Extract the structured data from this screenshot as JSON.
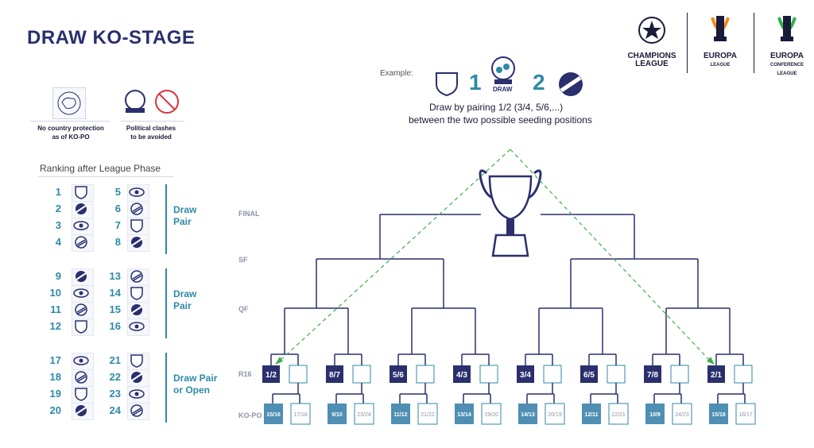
{
  "title": "DRAW KO-STAGE",
  "logos": [
    {
      "name": "CHAMPIONS\nLEAGUE",
      "icon": "champions-league-star-ball-icon"
    },
    {
      "name": "EUROPA\nLEAGUE",
      "icon": "europa-league-trophy-icon"
    },
    {
      "name": "EUROPA\nCONFERENCE\nLEAGUE",
      "icon": "conference-league-trophy-icon"
    }
  ],
  "rules": {
    "country_protection": "No country protection\nas of KO-PO",
    "political": "Political clashes\nto be avoided"
  },
  "example": {
    "label": "Example:",
    "left_number": "1",
    "right_number": "2",
    "draw_label": "DRAW",
    "desc1": "Draw by pairing 1/2 (3/4, 5/6,...)",
    "desc2": "between the two possible seeding positions"
  },
  "ranking": {
    "title": "Ranking after League Phase",
    "groups": [
      {
        "label": "Draw\nPair",
        "left": [
          "1",
          "2",
          "3",
          "4"
        ],
        "right": [
          "5",
          "6",
          "7",
          "8"
        ]
      },
      {
        "label": "Draw\nPair",
        "left": [
          "9",
          "10",
          "11",
          "12"
        ],
        "right": [
          "13",
          "14",
          "15",
          "16"
        ]
      },
      {
        "label": "Draw Pair\nor Open",
        "left": [
          "17",
          "18",
          "19",
          "20"
        ],
        "right": [
          "21",
          "22",
          "23",
          "24"
        ]
      }
    ]
  },
  "levels": [
    "FINAL",
    "SF",
    "QF",
    "R16",
    "KO-PO"
  ],
  "r16_seeds": [
    "1/2",
    "8/7",
    "5/6",
    "4/3",
    "3/4",
    "6/5",
    "7/8",
    "2/1"
  ],
  "kopo": [
    [
      "15/16",
      "17/18"
    ],
    [
      "9/10",
      "23/24"
    ],
    [
      "11/12",
      "21/22"
    ],
    [
      "13/14",
      "19/20"
    ],
    [
      "14/13",
      "20/19"
    ],
    [
      "12/11",
      "22/21"
    ],
    [
      "10/9",
      "24/23"
    ],
    [
      "15/16",
      "18/17"
    ]
  ],
  "colors": {
    "navy": "#2a2f6e",
    "teal": "#2d8aa6",
    "kopo_fill": "#4f8fb3",
    "dashed_green": "#3fae49",
    "r16_fill": "#2a2f6e"
  }
}
